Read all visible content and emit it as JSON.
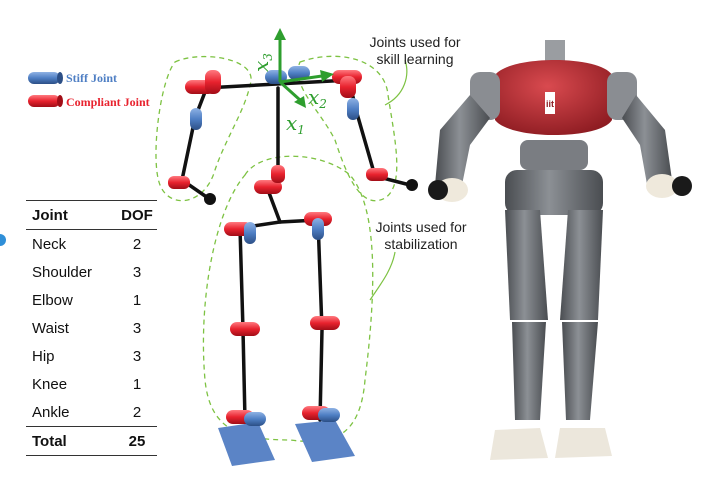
{
  "legend": {
    "stiff_label": "Stiff Joint",
    "compliant_label": "Compliant Joint"
  },
  "axes": {
    "x1": "x",
    "x1_sub": "1",
    "x2": "x",
    "x2_sub": "2",
    "x3": "x",
    "x3_sub": "3"
  },
  "annotations": {
    "skill_learning_line1": "Joints used for",
    "skill_learning_line2": "skill learning",
    "stabilization_line1": "Joints used for",
    "stabilization_line2": "stabilization"
  },
  "table": {
    "header_joint": "Joint",
    "header_dof": "DOF",
    "rows": [
      {
        "joint": "Neck",
        "dof": "2"
      },
      {
        "joint": "Shoulder",
        "dof": "3"
      },
      {
        "joint": "Elbow",
        "dof": "1"
      },
      {
        "joint": "Waist",
        "dof": "3"
      },
      {
        "joint": "Hip",
        "dof": "3"
      },
      {
        "joint": "Knee",
        "dof": "1"
      },
      {
        "joint": "Ankle",
        "dof": "2"
      }
    ],
    "total_label": "Total",
    "total_value": "25"
  },
  "robot": {
    "logo_text": "iit"
  },
  "colors": {
    "stiff_blue": "#4f7fc4",
    "compliant_red": "#e8222e",
    "axis_green": "#2e9e2e",
    "region_green": "#7dc242",
    "foot_blue": "#4f7fc4",
    "robot_red": "#b52a30",
    "robot_grey": "#6b6e72"
  }
}
